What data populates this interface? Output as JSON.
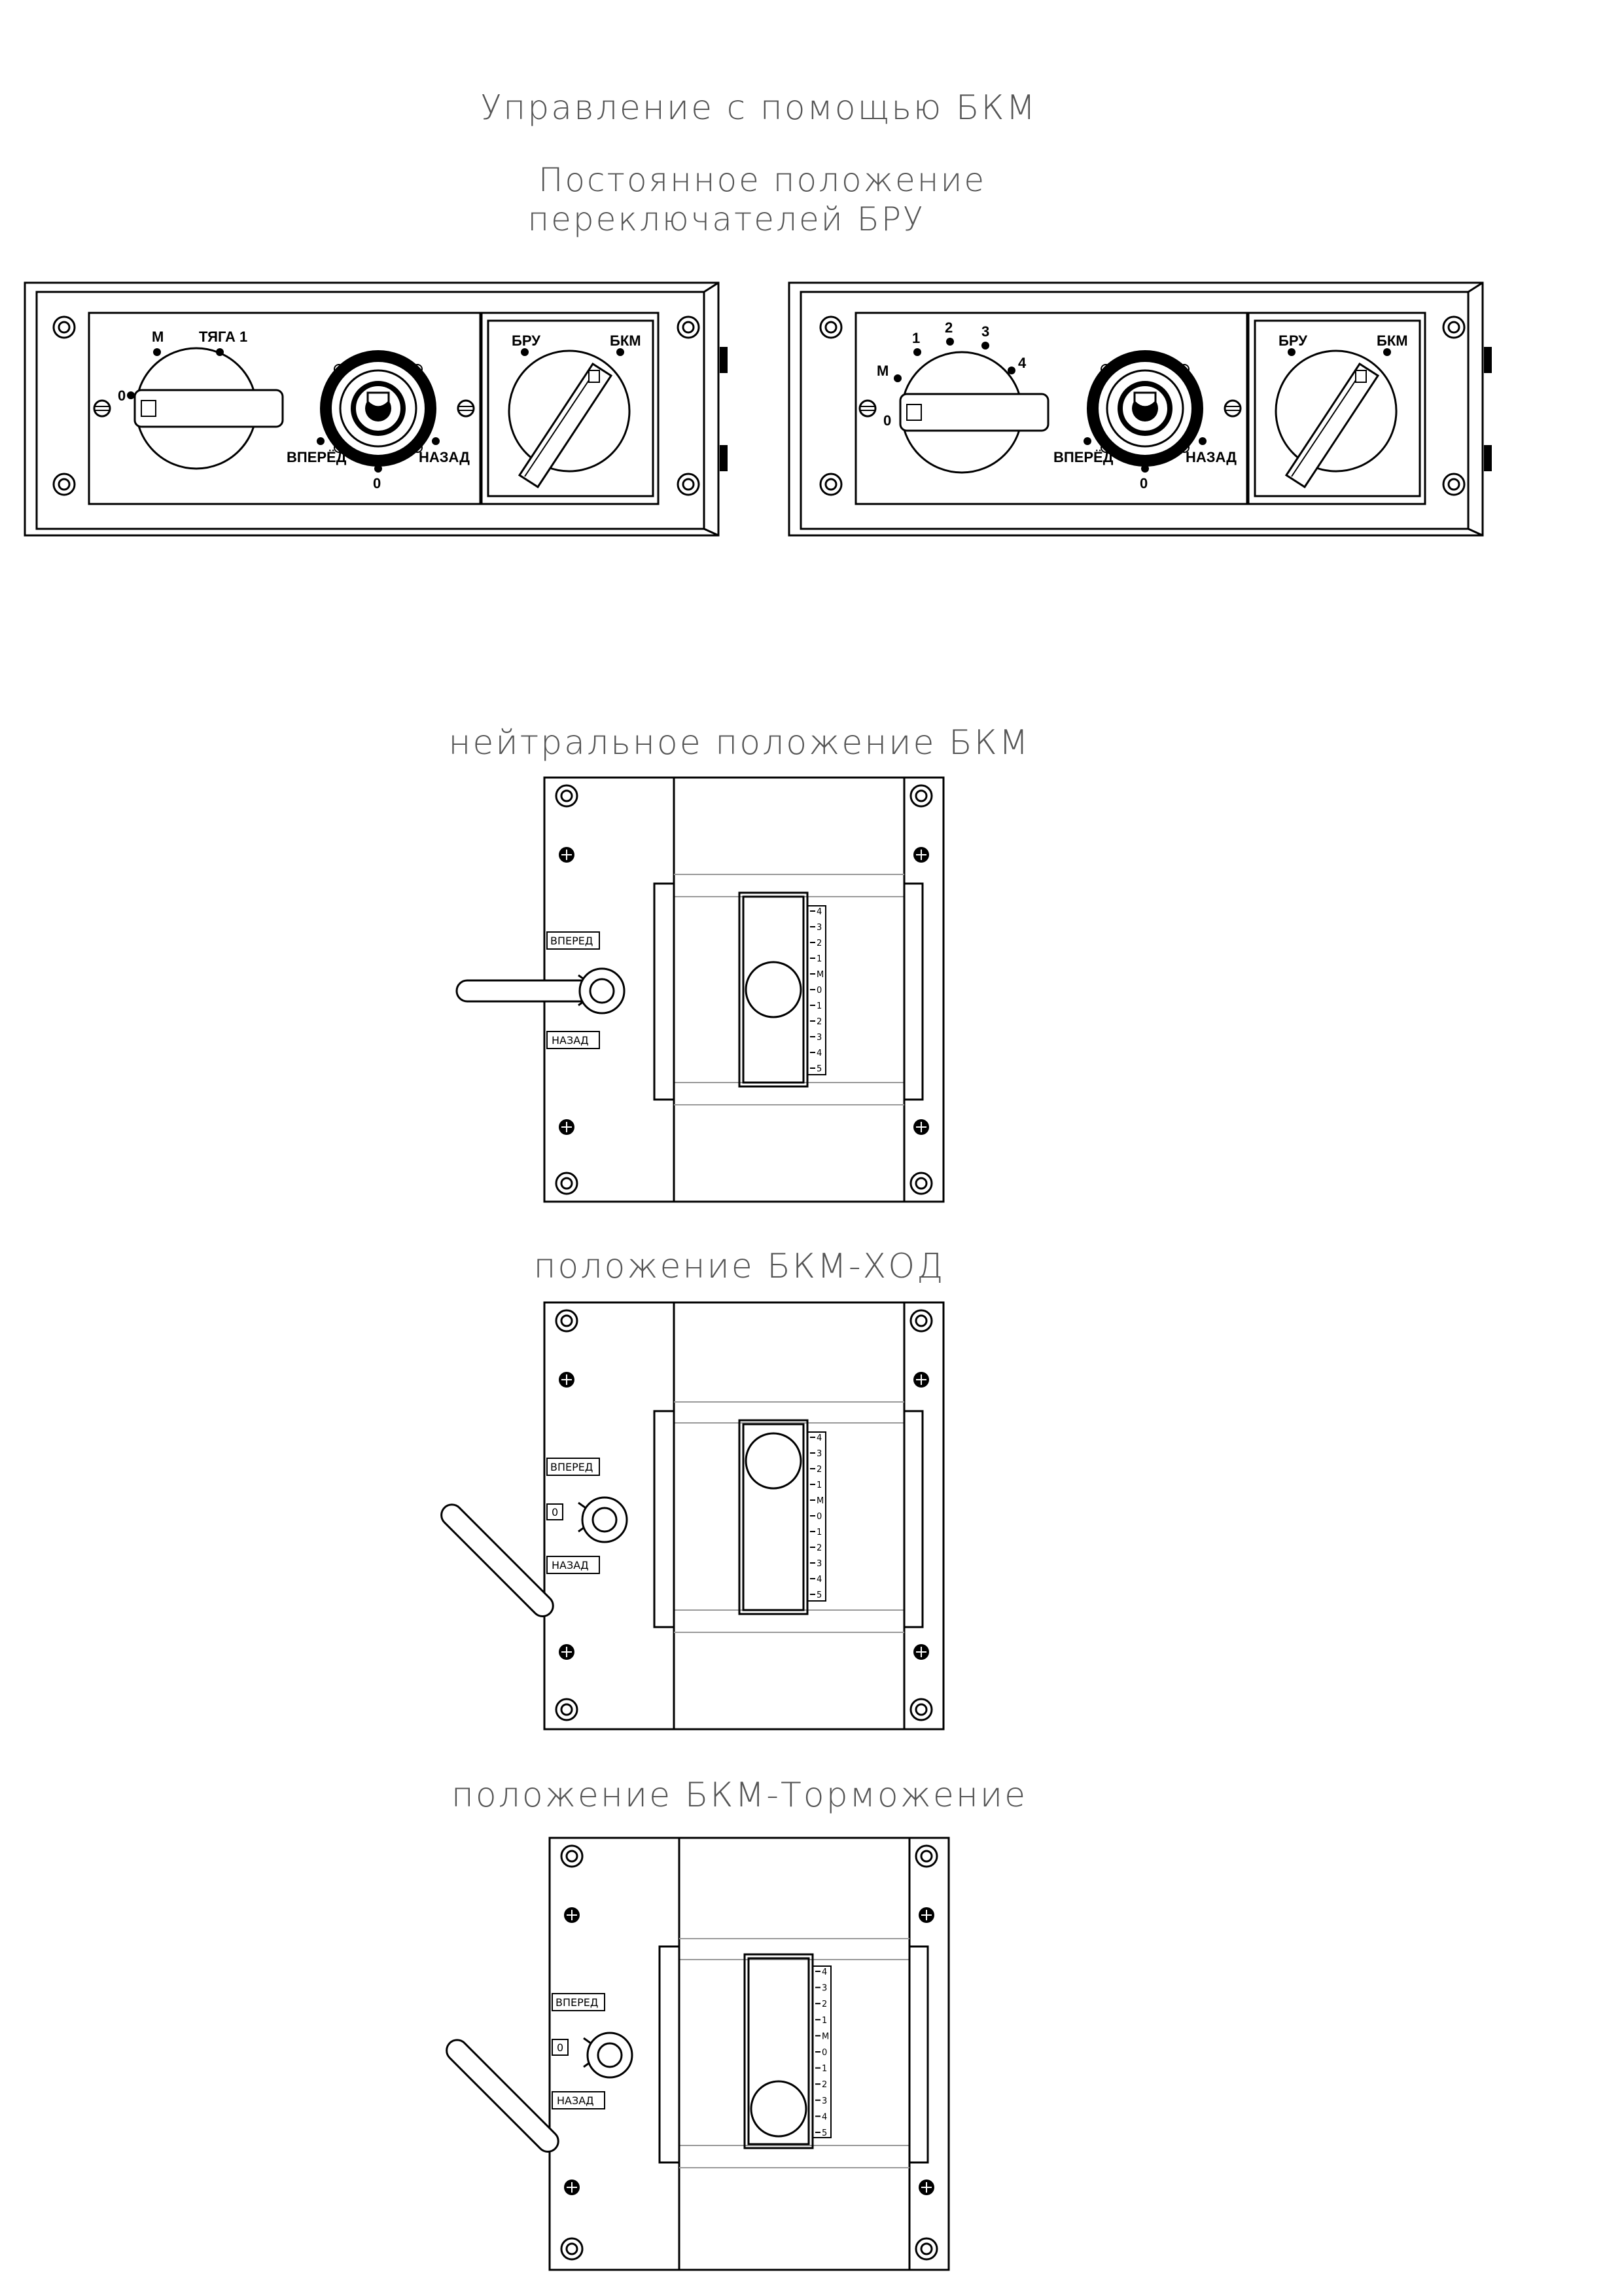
{
  "titles": {
    "main": "Управление с помощью БКМ",
    "sub1": "Постоянное положение",
    "sub2": "переключателей БРУ",
    "neutral": "нейтральное положение БКМ",
    "hod": "положение БКМ-ХОД",
    "brake": "положение БКМ-Торможение"
  },
  "panel_left": {
    "m": "М",
    "traction": "ТЯГА 1",
    "zero": "0",
    "forward": "ВПЕРЁД",
    "reverse_zero": "0",
    "back": "НАЗАД",
    "bru": "БРУ",
    "bkm": "БКМ"
  },
  "panel_right": {
    "m": "М",
    "zero": "0",
    "n1": "1",
    "n2": "2",
    "n3": "3",
    "n4": "4",
    "forward": "ВПЕРЁД",
    "reverse_zero": "0",
    "back": "НАЗАД",
    "bru": "БРУ",
    "bkm": "БКМ"
  },
  "controller": {
    "forward": "ВПЕРЕД",
    "back": "НАЗАД",
    "zero": "0",
    "scale": [
      "4",
      "3",
      "2",
      "1",
      "М",
      "0",
      "1",
      "2",
      "3",
      "4",
      "5"
    ]
  }
}
